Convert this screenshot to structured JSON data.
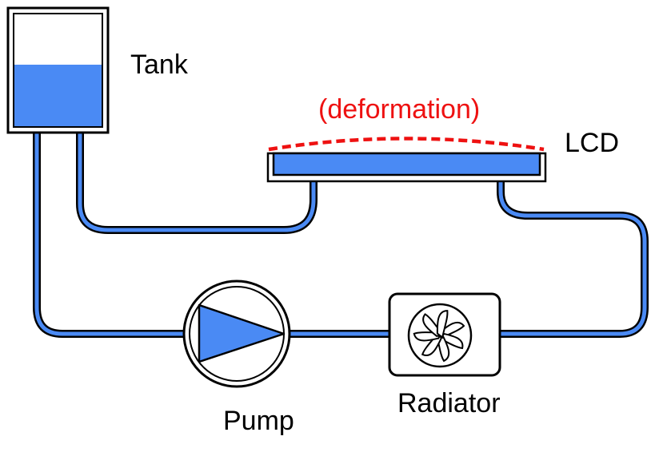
{
  "labels": {
    "tank": "Tank",
    "lcd": "LCD",
    "deformation": "(deformation)",
    "pump": "Pump",
    "radiator": "Radiator"
  },
  "components": {
    "tank": {
      "fill_level": 0.55
    }
  },
  "colors": {
    "coolant": "#4a8af4",
    "outline": "#000000",
    "deformation": "#ee1111",
    "background": "#ffffff"
  },
  "icons": {
    "pump": "triangle-pump-icon",
    "radiator": "fan-icon"
  }
}
